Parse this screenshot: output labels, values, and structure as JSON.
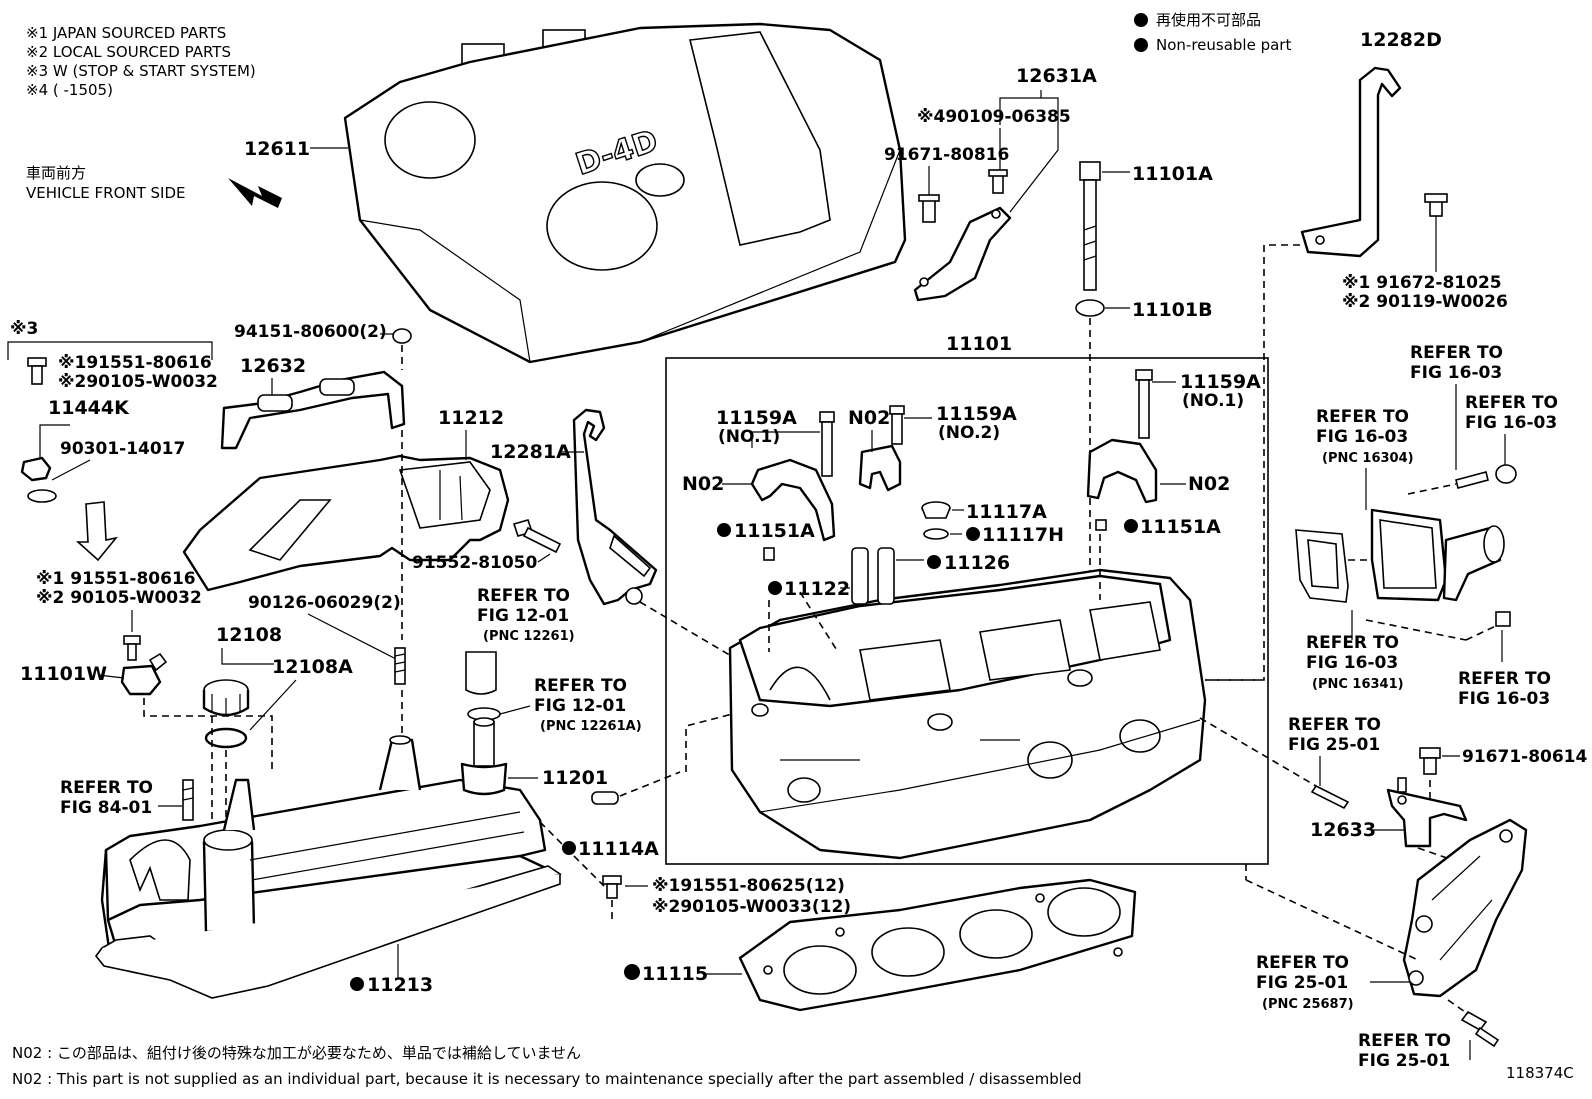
{
  "header_notes": {
    "n1": "※1 JAPAN SOURCED PARTS",
    "n2": "※2 LOCAL SOURCED PARTS",
    "n3": "※3 W (STOP & START SYSTEM)",
    "n4": "※4 (        -1505)"
  },
  "vehicle_front": {
    "jp": "車両前方",
    "en": "VEHICLE FRONT SIDE"
  },
  "legend": {
    "jp": "再使用不可部品",
    "en": "Non-reusable part"
  },
  "engine_cover_text": "D-4D",
  "part_labels": {
    "p12611": "12611",
    "p12631A": "12631A",
    "p490109": "※490109-06385",
    "p91671_80816": "91671-80816",
    "p11101A": "11101A",
    "p11101B": "11101B",
    "p12282D": "12282D",
    "p91672_81025": "※1 91672-81025",
    "p90119_W0026": "※2 90119-W0026",
    "p94151": "94151-80600(2)",
    "p12632": "12632",
    "star3": "※3",
    "p91551_80616_a": "※191551-80616",
    "p90105_W0032_a": "※290105-W0032",
    "p11444K": "11444K",
    "p90301": "90301-14017",
    "p91551_80616_b": "※1  91551-80616",
    "p90105_W0032_b": "※2  90105-W0032",
    "p11101W": "11101W",
    "p11212": "11212",
    "p12281A": "12281A",
    "p91552": "91552-81050",
    "p90126": "90126-06029(2)",
    "p12108": "12108",
    "p12108A": "12108A",
    "p11201": "11201",
    "p11114A": "11114A",
    "p91551_80625": "※191551-80625(12)",
    "p90105_W0033": "※290105-W0033(12)",
    "p11213": "11213",
    "p11115": "11115",
    "p11101": "11101",
    "p11159A_l": "11159A",
    "no1_l": "(NO.1)",
    "p11159A_m": "11159A",
    "no2_m": "(NO.2)",
    "p11159A_r": "11159A",
    "no1_r": "(NO.1)",
    "n02_l": "N02",
    "n02_m": "N02",
    "n02_r": "N02",
    "p11117A": "11117A",
    "p11117H": "11117H",
    "p11151A_l": "11151A",
    "p11151A_r": "11151A",
    "p11126": "11126",
    "p11122": "11122",
    "p91671_80614": "91671-80614",
    "p12633": "12633"
  },
  "refer_labels": {
    "r1": {
      "l1": "REFER TO",
      "l2": "FIG 12-01",
      "l3": "(PNC 12261)"
    },
    "r2": {
      "l1": "REFER TO",
      "l2": "FIG 12-01",
      "l3": "(PNC 12261A)"
    },
    "r3": {
      "l1": "REFER TO",
      "l2": "FIG 84-01"
    },
    "r4": {
      "l1": "REFER TO",
      "l2": "FIG 16-03"
    },
    "r5": {
      "l1": "REFER TO",
      "l2": "FIG 16-03",
      "l3": "(PNC 16304)"
    },
    "r6": {
      "l1": "REFER TO",
      "l2": "FIG 16-03"
    },
    "r7": {
      "l1": "REFER TO",
      "l2": "FIG 16-03",
      "l3": "(PNC 16341)"
    },
    "r8": {
      "l1": "REFER TO",
      "l2": "FIG 16-03"
    },
    "r9": {
      "l1": "REFER TO",
      "l2": "FIG 25-01"
    },
    "r10": {
      "l1": "REFER TO",
      "l2": "FIG 25-01",
      "l3": "(PNC 25687)"
    },
    "r11": {
      "l1": "REFER TO",
      "l2": "FIG 25-01"
    }
  },
  "footer": {
    "jp": "N02 : この部品は、組付け後の特殊な加工が必要なため、単品では補給していません",
    "en": "N02 : This part is not supplied as an individual part, because it is necessary to maintenance specially after the part assembled / disassembled",
    "code": "118374C"
  }
}
